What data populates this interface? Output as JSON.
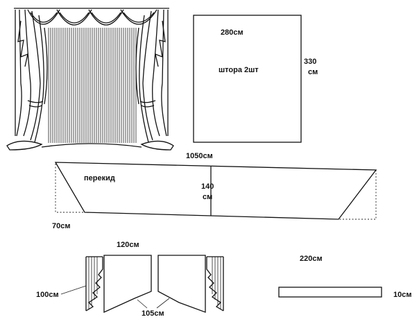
{
  "panel_curtain": {
    "width_label": "280см",
    "height_label_value": "330",
    "height_label_unit": "см",
    "name_label": "штора 2шт"
  },
  "swag": {
    "top_label": "1050см",
    "name_label": "перекид",
    "height_label_value": "140",
    "height_label_unit": "см",
    "side_label": "70см"
  },
  "jabot": {
    "top_label": "120см",
    "side_label": "100см",
    "bottom_label": "105см"
  },
  "tie": {
    "length_label": "220см",
    "height_label": "10см"
  }
}
